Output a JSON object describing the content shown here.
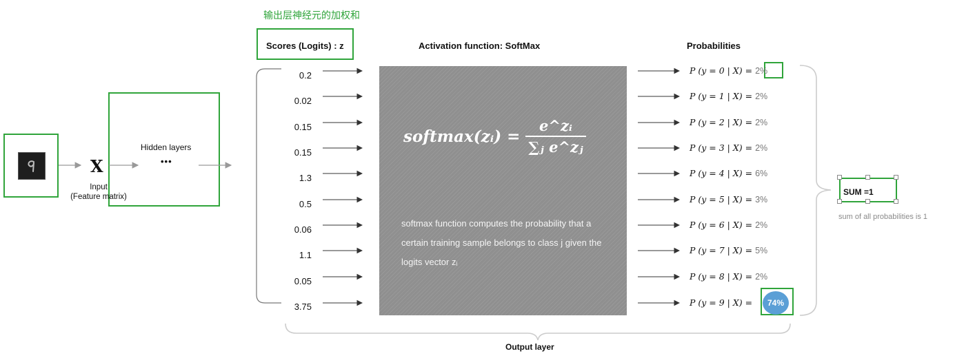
{
  "annotation": "输出层神经元的加权和",
  "headers": {
    "scores": "Scores (Logits) : z",
    "activation": "Activation function:  SoftMax",
    "probabilities": "Probabilities"
  },
  "input": {
    "symbol": "X",
    "label_line1": "Input",
    "label_line2": "(Feature matrix)"
  },
  "hidden": {
    "label": "Hidden layers",
    "dots": "•••"
  },
  "logits": [
    "0.2",
    "0.02",
    "0.15",
    "0.15",
    "1.3",
    "0.5",
    "0.06",
    "1.1",
    "0.05",
    "3.75"
  ],
  "probabilities": [
    {
      "label": "P (y = 0 | X)  =",
      "pct": "2%"
    },
    {
      "label": "P (y = 1 | X)  =",
      "pct": "2%"
    },
    {
      "label": "P (y = 2 | X)  =",
      "pct": "2%"
    },
    {
      "label": "P (y = 3 | X)  =",
      "pct": "2%"
    },
    {
      "label": "P (y = 4 | X)  =",
      "pct": "6%"
    },
    {
      "label": "P (y = 5 | X)  =",
      "pct": "3%"
    },
    {
      "label": "P (y = 6 | X)  =",
      "pct": "2%"
    },
    {
      "label": "P (y = 7 | X)  =",
      "pct": "5%"
    },
    {
      "label": "P (y = 8 | X)  =",
      "pct": "2%"
    },
    {
      "label": "P (y = 9 | X)  =",
      "pct": "74%"
    }
  ],
  "formula": {
    "lhs": "softmax(zᵢ) =",
    "numerator": "e^zᵢ",
    "denominator": "∑ⱼ e^zⱼ"
  },
  "description": "softmax function computes the probability that a certain training sample belongs to class j given the logits vector zᵢ",
  "sum": {
    "label": "SUM =1",
    "note": "sum of all probabilities is 1"
  },
  "output_layer": "Output  layer",
  "colors": {
    "annotation_green": "#2fa43a",
    "panel_gray": "#8f8f8f",
    "badge_blue": "#5b9fd6"
  }
}
